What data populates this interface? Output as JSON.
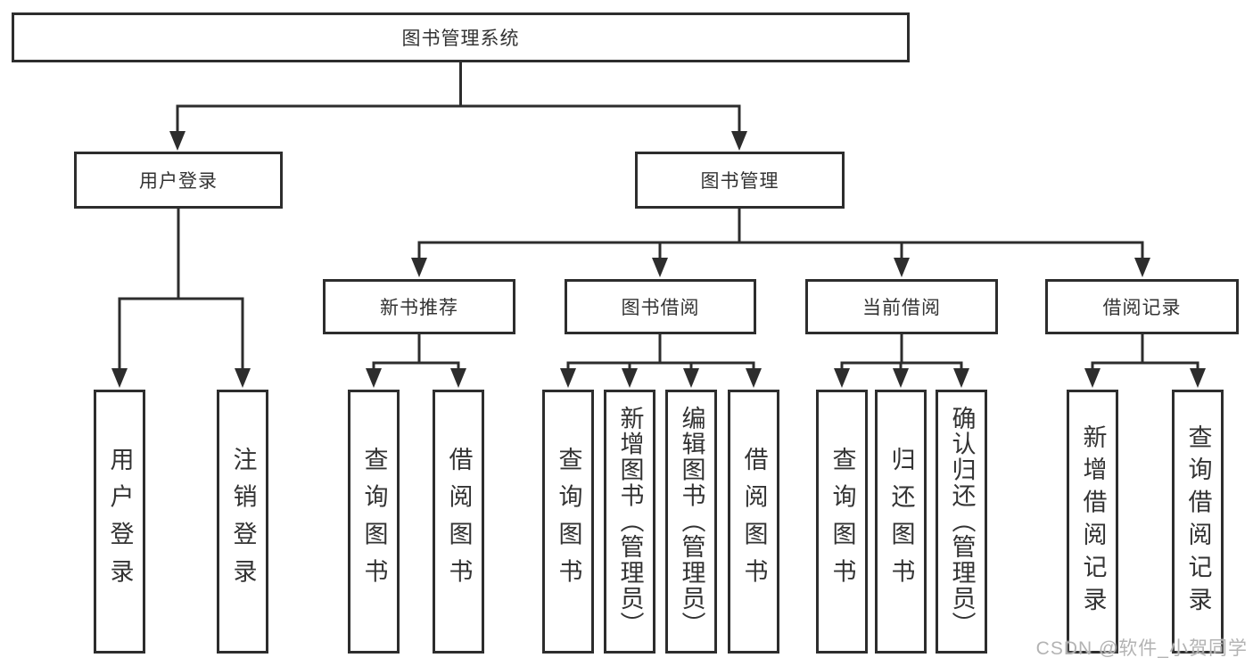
{
  "diagram": {
    "root": {
      "label": "图书管理系统"
    },
    "branches": [
      {
        "label": "用户登录",
        "children": [
          {
            "label": "用户登录"
          },
          {
            "label": "注销登录"
          }
        ]
      },
      {
        "label": "图书管理",
        "children": [
          {
            "label": "新书推荐",
            "children": [
              {
                "label": "查询图书"
              },
              {
                "label": "借阅图书"
              }
            ]
          },
          {
            "label": "图书借阅",
            "children": [
              {
                "label": "查询图书"
              },
              {
                "label": "新增图书（管理员）"
              },
              {
                "label": "编辑图书（管理员）"
              },
              {
                "label": "借阅图书"
              }
            ]
          },
          {
            "label": "当前借阅",
            "children": [
              {
                "label": "查询图书"
              },
              {
                "label": "归还图书"
              },
              {
                "label": "确认归还（管理员）"
              }
            ]
          },
          {
            "label": "借阅记录",
            "children": [
              {
                "label": "新增借阅记录"
              },
              {
                "label": "查询借阅记录"
              }
            ]
          }
        ]
      }
    ]
  },
  "watermark": {
    "text": "CSDN @软件_小贺同学"
  },
  "colors": {
    "line": "#2d2d2d",
    "text": "#333333",
    "watermark": "#b3b3b3",
    "background": "#ffffff"
  }
}
